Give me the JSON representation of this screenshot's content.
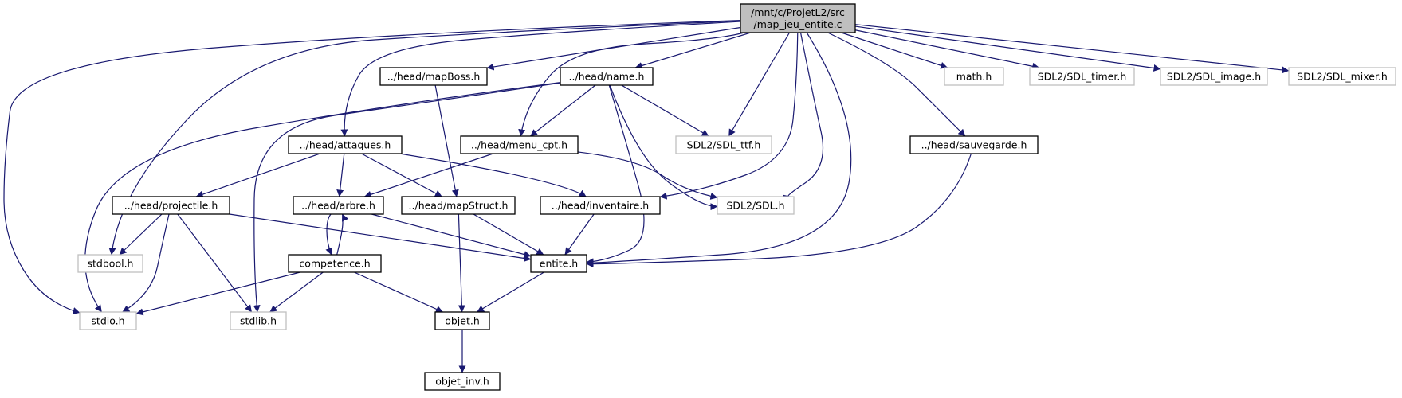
{
  "colors": {
    "edge": "#191970",
    "root_fill": "#bfbfbf",
    "root_border": "#000000",
    "project_border": "#000000",
    "external_border": "#bfbfbf",
    "external_text": "#404040",
    "node_fill": "#ffffff"
  },
  "nodes": [
    {
      "id": "root",
      "lines": [
        "/mnt/c/ProjetL2/src",
        "/map_jeu_entite.c"
      ],
      "kind": "root"
    },
    {
      "id": "mapboss",
      "lines": [
        "../head/mapBoss.h"
      ],
      "kind": "project"
    },
    {
      "id": "name",
      "lines": [
        "../head/name.h"
      ],
      "kind": "project"
    },
    {
      "id": "math",
      "lines": [
        "math.h"
      ],
      "kind": "external"
    },
    {
      "id": "sdl_timer",
      "lines": [
        "SDL2/SDL_timer.h"
      ],
      "kind": "external"
    },
    {
      "id": "sdl_image",
      "lines": [
        "SDL2/SDL_image.h"
      ],
      "kind": "external"
    },
    {
      "id": "sdl_mixer",
      "lines": [
        "SDL2/SDL_mixer.h"
      ],
      "kind": "external"
    },
    {
      "id": "attaques",
      "lines": [
        "../head/attaques.h"
      ],
      "kind": "project"
    },
    {
      "id": "menu_cpt",
      "lines": [
        "../head/menu_cpt.h"
      ],
      "kind": "project"
    },
    {
      "id": "sdl_ttf",
      "lines": [
        "SDL2/SDL_ttf.h"
      ],
      "kind": "external"
    },
    {
      "id": "sauvegarde",
      "lines": [
        "../head/sauvegarde.h"
      ],
      "kind": "project"
    },
    {
      "id": "projectile",
      "lines": [
        "../head/projectile.h"
      ],
      "kind": "project"
    },
    {
      "id": "arbre",
      "lines": [
        "../head/arbre.h"
      ],
      "kind": "project"
    },
    {
      "id": "mapstruct",
      "lines": [
        "../head/mapStruct.h"
      ],
      "kind": "project"
    },
    {
      "id": "inventaire",
      "lines": [
        "../head/inventaire.h"
      ],
      "kind": "project"
    },
    {
      "id": "sdl",
      "lines": [
        "SDL2/SDL.h"
      ],
      "kind": "external"
    },
    {
      "id": "stdbool",
      "lines": [
        "stdbool.h"
      ],
      "kind": "external"
    },
    {
      "id": "competence",
      "lines": [
        "competence.h"
      ],
      "kind": "project"
    },
    {
      "id": "entite",
      "lines": [
        "entite.h"
      ],
      "kind": "project"
    },
    {
      "id": "stdio",
      "lines": [
        "stdio.h"
      ],
      "kind": "external"
    },
    {
      "id": "stdlib",
      "lines": [
        "stdlib.h"
      ],
      "kind": "external"
    },
    {
      "id": "objet",
      "lines": [
        "objet.h"
      ],
      "kind": "project"
    },
    {
      "id": "objet_inv",
      "lines": [
        "objet_inv.h"
      ],
      "kind": "project"
    }
  ],
  "edges": [
    {
      "from": "root",
      "to": "mapboss"
    },
    {
      "from": "root",
      "to": "name"
    },
    {
      "from": "root",
      "to": "math"
    },
    {
      "from": "root",
      "to": "sdl_timer"
    },
    {
      "from": "root",
      "to": "sdl_image"
    },
    {
      "from": "root",
      "to": "sdl_mixer"
    },
    {
      "from": "root",
      "to": "attaques"
    },
    {
      "from": "root",
      "to": "menu_cpt"
    },
    {
      "from": "root",
      "to": "sdl_ttf"
    },
    {
      "from": "root",
      "to": "sauvegarde"
    },
    {
      "from": "root",
      "to": "inventaire"
    },
    {
      "from": "root",
      "to": "sdl"
    },
    {
      "from": "root",
      "to": "entite"
    },
    {
      "from": "root",
      "to": "stdbool"
    },
    {
      "from": "root",
      "to": "stdio"
    },
    {
      "from": "mapboss",
      "to": "mapstruct"
    },
    {
      "from": "name",
      "to": "menu_cpt"
    },
    {
      "from": "name",
      "to": "sdl_ttf"
    },
    {
      "from": "name",
      "to": "sdl"
    },
    {
      "from": "name",
      "to": "entite"
    },
    {
      "from": "name",
      "to": "stdio"
    },
    {
      "from": "name",
      "to": "stdlib"
    },
    {
      "from": "attaques",
      "to": "projectile"
    },
    {
      "from": "attaques",
      "to": "arbre"
    },
    {
      "from": "attaques",
      "to": "mapstruct"
    },
    {
      "from": "attaques",
      "to": "inventaire"
    },
    {
      "from": "menu_cpt",
      "to": "arbre"
    },
    {
      "from": "menu_cpt",
      "to": "sdl"
    },
    {
      "from": "sauvegarde",
      "to": "entite"
    },
    {
      "from": "projectile",
      "to": "stdbool"
    },
    {
      "from": "projectile",
      "to": "stdio"
    },
    {
      "from": "projectile",
      "to": "stdlib"
    },
    {
      "from": "projectile",
      "to": "entite"
    },
    {
      "from": "arbre",
      "to": "competence"
    },
    {
      "from": "arbre",
      "to": "entite"
    },
    {
      "from": "competence",
      "to": "arbre"
    },
    {
      "from": "competence",
      "to": "stdio"
    },
    {
      "from": "competence",
      "to": "stdlib"
    },
    {
      "from": "competence",
      "to": "objet"
    },
    {
      "from": "mapstruct",
      "to": "entite"
    },
    {
      "from": "mapstruct",
      "to": "objet"
    },
    {
      "from": "inventaire",
      "to": "entite"
    },
    {
      "from": "entite",
      "to": "objet"
    },
    {
      "from": "objet",
      "to": "objet_inv"
    }
  ]
}
